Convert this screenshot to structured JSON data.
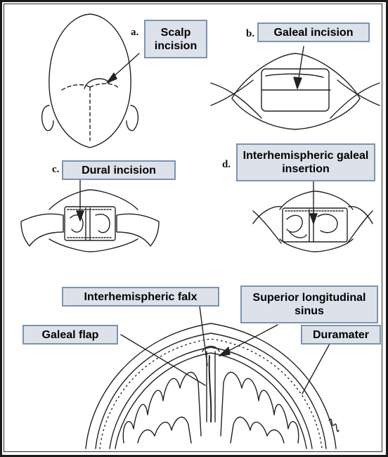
{
  "panels": [
    {
      "letter": "a.",
      "label": "Scalp incision"
    },
    {
      "letter": "b.",
      "label": "Galeal incision"
    },
    {
      "letter": "c.",
      "label": "Dural incision"
    },
    {
      "letter": "d.",
      "label": "Interhemispheric galeal insertion"
    }
  ],
  "section_labels": {
    "falx": "Interhemispheric  falx",
    "sinus": "Superior longitudinal sinus",
    "galeal_flap": "Galeal flap",
    "duramater": "Duramater"
  },
  "colors": {
    "label_fill": "#dde2ea",
    "label_border": "#7e93ad",
    "line_art": "#222222"
  }
}
